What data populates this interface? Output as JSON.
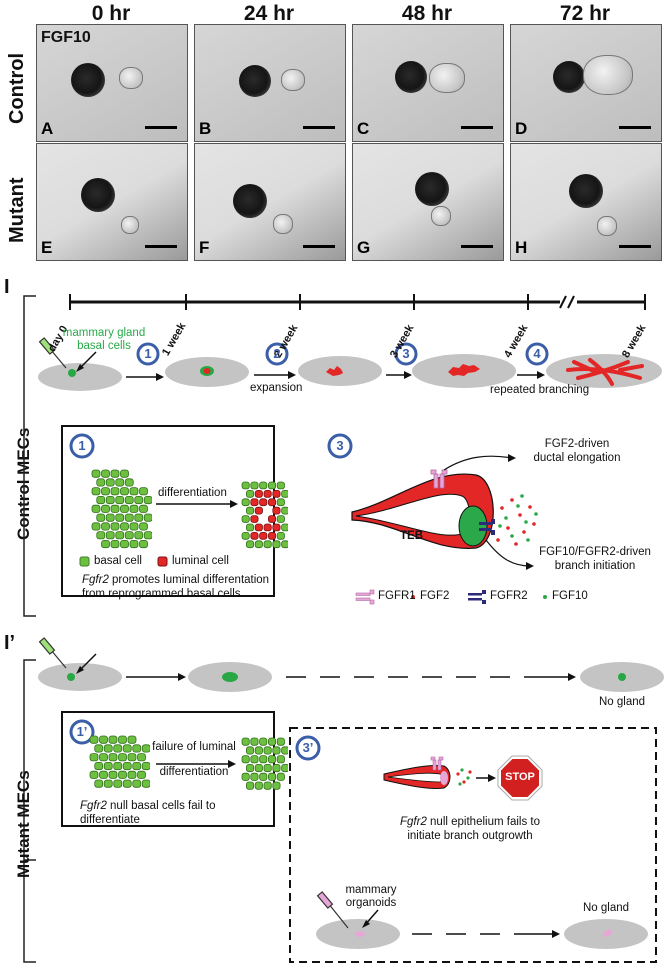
{
  "timepoints": [
    "0 hr",
    "24 hr",
    "48 hr",
    "72 hr"
  ],
  "photo_row_labels": {
    "control": "Control",
    "mutant": "Mutant"
  },
  "photo_overlay": "FGF10",
  "panel_letters": [
    "A",
    "B",
    "C",
    "D",
    "E",
    "F",
    "G",
    "H"
  ],
  "section_labels": {
    "i": "I",
    "i_prime": "I’"
  },
  "side_labels": {
    "control": "Control MECs",
    "mutant": "Mutant MECs"
  },
  "timeline_ticks": [
    "day 0",
    "1 week",
    "2 week",
    "3 week",
    "4 week",
    "8 week"
  ],
  "step_numbers": [
    "1",
    "2",
    "3",
    "4"
  ],
  "control_flow": {
    "injection_label": "mammary gland\nbasal cells",
    "expansion": "expansion",
    "repeated_branching": "repeated branching"
  },
  "box1": {
    "number": "1",
    "differentiation": "differentiation",
    "legend_basal": "basal cell",
    "legend_luminal": "luminal cell",
    "caption_italic": "Fgfr2",
    "caption_rest": " promotes luminal differentation",
    "caption_line2": "from reprogrammed basal cells"
  },
  "box3": {
    "number": "3",
    "teb": "TEB",
    "fgf2_line1": "FGF2-driven",
    "fgf2_line2": "ductal elongation",
    "fgf10_line1": "FGF10/FGFR2-driven",
    "fgf10_line2": "branch initiation",
    "legend": [
      "FGFR1",
      "FGF2",
      "FGFR2",
      "FGF10"
    ]
  },
  "mutant_flow": {
    "no_gland": "No gland"
  },
  "box1p": {
    "number": "1’",
    "failure_line1": "failure of luminal",
    "failure_line2": "differentiation",
    "caption_italic": "Fgfr2",
    "caption_rest": " null basal cells fail to",
    "caption_line2": "differentiate"
  },
  "box3p": {
    "number": "3’",
    "stop": "STOP",
    "caption_italic": "Fgfr2",
    "caption_rest": " null epithelium fails to",
    "caption_line2": "initiate branch outgrowth",
    "organoids_line1": "mammary",
    "organoids_line2": "organoids",
    "no_gland": "No gland"
  },
  "colors": {
    "green": "#6dbf3f",
    "red": "#e32626",
    "circle_blue": "#3b5ea8",
    "gray_dish": "#c4c4c4",
    "fgfr1_pink": "#e6a6d6",
    "fgfr2_navy": "#2e2a7a",
    "text_green": "#2aa84a"
  }
}
